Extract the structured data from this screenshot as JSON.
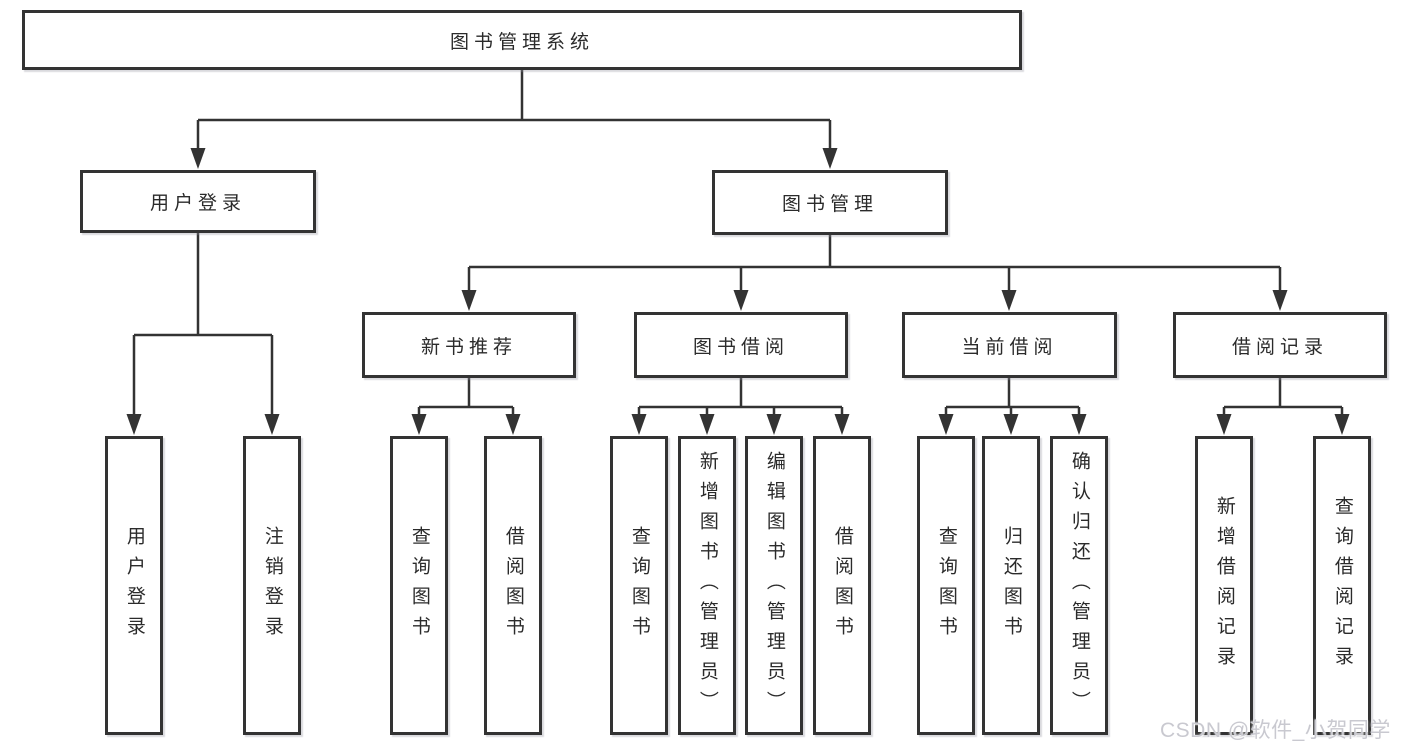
{
  "colors": {
    "line": "#333333",
    "box_border": "#333333",
    "box_background": "#ffffff",
    "text": "#2b2b2b",
    "watermark": "#c9c9d0"
  },
  "watermark": {
    "text": "CSDN @软件_小贺同学"
  },
  "nodes": {
    "root": {
      "label": "图书管理系统"
    },
    "user_login": {
      "label": "用户登录"
    },
    "book_management": {
      "label": "图书管理"
    },
    "new_book_recommend": {
      "label": "新书推荐"
    },
    "book_borrow": {
      "label": "图书借阅"
    },
    "current_borrow": {
      "label": "当前借阅"
    },
    "borrow_records": {
      "label": "借阅记录"
    },
    "leaf_user_login": {
      "label": "用户登录"
    },
    "leaf_logout": {
      "label": "注销登录"
    },
    "leaf_query_books_1": {
      "label": "查询图书"
    },
    "leaf_borrow_books_1": {
      "label": "借阅图书"
    },
    "leaf_query_books_2": {
      "label": "查询图书"
    },
    "leaf_add_books_admin": {
      "label": "新增图书（管理员）"
    },
    "leaf_edit_books_admin": {
      "label": "编辑图书（管理员）"
    },
    "leaf_borrow_books_2": {
      "label": "借阅图书"
    },
    "leaf_query_books_3": {
      "label": "查询图书"
    },
    "leaf_return_books": {
      "label": "归还图书"
    },
    "leaf_confirm_return_admin": {
      "label": "确认归还（管理员）"
    },
    "leaf_add_borrow_record": {
      "label": "新增借阅记录"
    },
    "leaf_query_borrow_record": {
      "label": "查询借阅记录"
    }
  },
  "edges": [
    [
      "root",
      "user_login"
    ],
    [
      "root",
      "book_management"
    ],
    [
      "user_login",
      "leaf_user_login"
    ],
    [
      "user_login",
      "leaf_logout"
    ],
    [
      "book_management",
      "new_book_recommend"
    ],
    [
      "book_management",
      "book_borrow"
    ],
    [
      "book_management",
      "current_borrow"
    ],
    [
      "book_management",
      "borrow_records"
    ],
    [
      "new_book_recommend",
      "leaf_query_books_1"
    ],
    [
      "new_book_recommend",
      "leaf_borrow_books_1"
    ],
    [
      "book_borrow",
      "leaf_query_books_2"
    ],
    [
      "book_borrow",
      "leaf_add_books_admin"
    ],
    [
      "book_borrow",
      "leaf_edit_books_admin"
    ],
    [
      "book_borrow",
      "leaf_borrow_books_2"
    ],
    [
      "current_borrow",
      "leaf_query_books_3"
    ],
    [
      "current_borrow",
      "leaf_return_books"
    ],
    [
      "current_borrow",
      "leaf_confirm_return_admin"
    ],
    [
      "borrow_records",
      "leaf_add_borrow_record"
    ],
    [
      "borrow_records",
      "leaf_query_borrow_record"
    ]
  ]
}
